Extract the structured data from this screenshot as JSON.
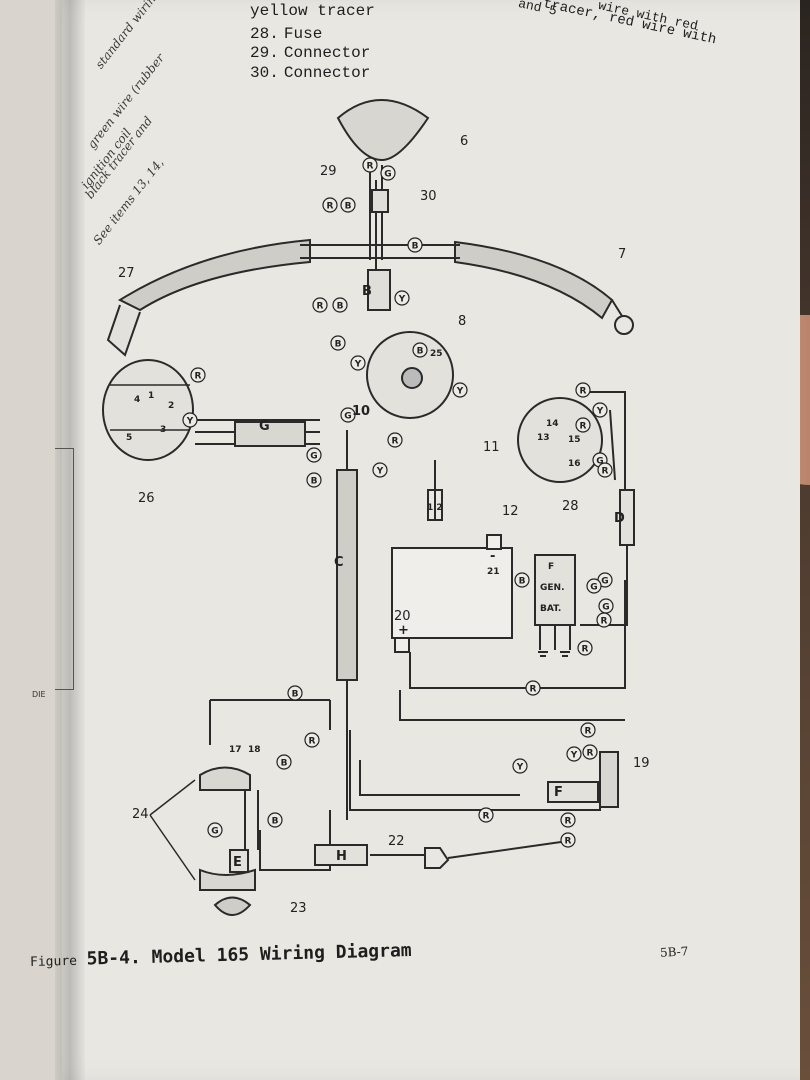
{
  "top_right_text": {
    "line1": "and 5",
    "line2": "wire with red",
    "line3": "tracer, red wire with"
  },
  "left_page_fragments": [
    "standard wiring",
    "green wire (rubber",
    "ignition coil",
    "black tracer and",
    "See items 13, 14,"
  ],
  "left_side_mark": "DIE",
  "legend_fragment": [
    {
      "text": "yellow tracer"
    },
    {
      "number": "28.",
      "text": "Fuse"
    },
    {
      "number": "29.",
      "text": "Connector"
    },
    {
      "number": "30.",
      "text": "Connector"
    }
  ],
  "caption": {
    "lead": "Figure",
    "main": "5B-4. Model 165 Wiring Diagram"
  },
  "page_number": "5B-7",
  "diagram": {
    "callouts": {
      "c6": "6",
      "c7": "7",
      "c8": "8",
      "c10": "10",
      "c11": "11",
      "c12": "12",
      "c17": "17",
      "c18": "18",
      "c19": "19",
      "c20": "20",
      "c21": "21",
      "c22": "22",
      "c23": "23",
      "c24": "24",
      "c25": "25",
      "c26": "26",
      "c27": "27",
      "c28": "28",
      "c29": "29",
      "c30": "30",
      "c13": "13",
      "c14": "14",
      "c15": "15",
      "c16": "16"
    },
    "switch_numbers": [
      "1",
      "2",
      "3",
      "4",
      "5"
    ],
    "regulator_labels": {
      "f": "F",
      "gen": "GEN.",
      "bat": "BAT."
    },
    "component_letters": {
      "b": "B",
      "g": "G",
      "c": "C",
      "d": "D",
      "e": "E",
      "f": "F",
      "h": "H"
    },
    "battery_marks": {
      "plus": "+",
      "minus": "-"
    },
    "plug_mark": "1 2",
    "wire_tags": [
      "R",
      "G",
      "R",
      "B",
      "B",
      "R",
      "B",
      "Y",
      "B",
      "Y",
      "R",
      "Y",
      "G",
      "B",
      "R",
      "Y",
      "G",
      "R",
      "Y",
      "G",
      "B",
      "R",
      "R",
      "G",
      "R",
      "B",
      "R",
      "B",
      "G",
      "B",
      "R",
      "Y",
      "R",
      "Y",
      "R",
      "R",
      "R",
      "R",
      "G",
      "R",
      "G",
      "Y",
      "B"
    ]
  }
}
